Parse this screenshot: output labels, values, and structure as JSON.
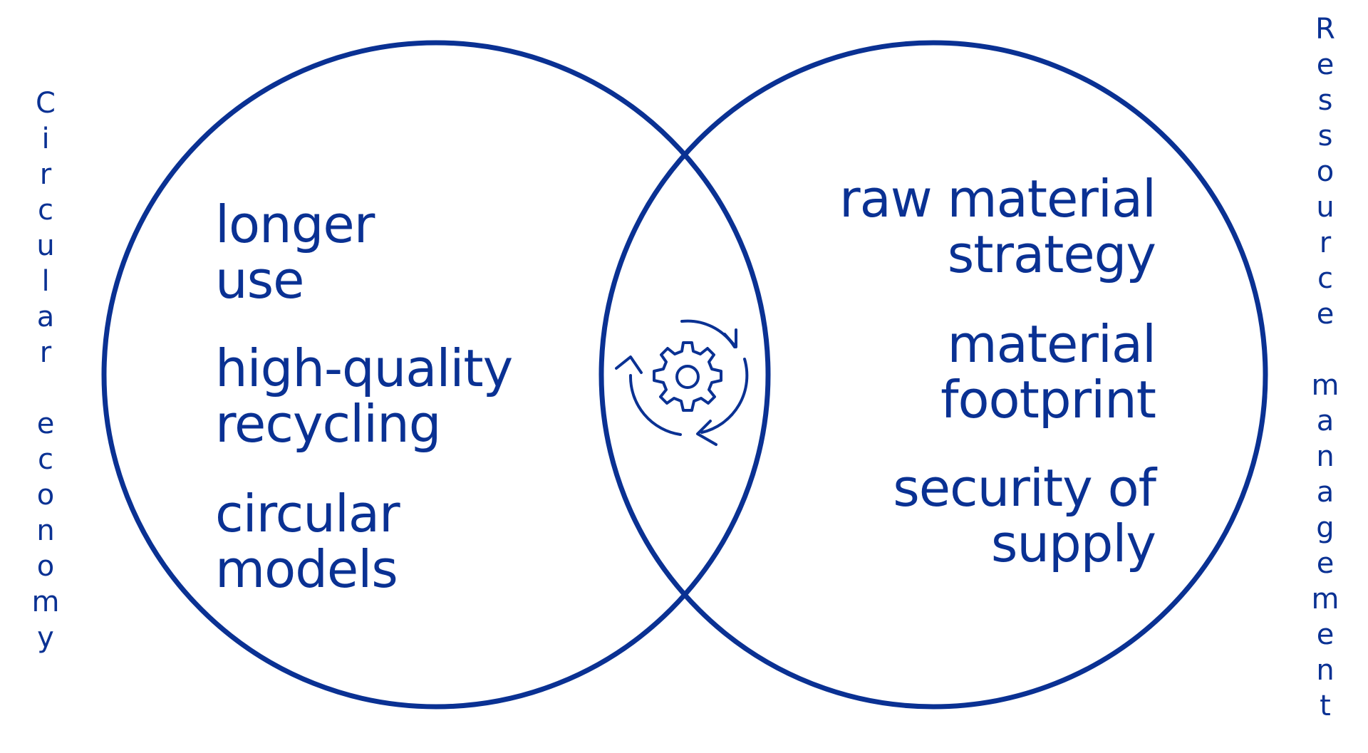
{
  "colors": {
    "primary": "#0a3193",
    "background": "#ffffff"
  },
  "left_set": {
    "title": "Circular economy",
    "items": [
      {
        "line1": "longer",
        "line2": "use"
      },
      {
        "line1": "high-quality",
        "line2": "recycling"
      },
      {
        "line1": "circular",
        "line2": "models"
      }
    ]
  },
  "right_set": {
    "title": "Ressource management",
    "items": [
      {
        "line1": "raw material",
        "line2": "strategy"
      },
      {
        "line1": "material",
        "line2": "footprint"
      },
      {
        "line1": "security of",
        "line2": "supply"
      }
    ]
  },
  "intersection": {
    "icon": "gear-cycle-icon"
  }
}
